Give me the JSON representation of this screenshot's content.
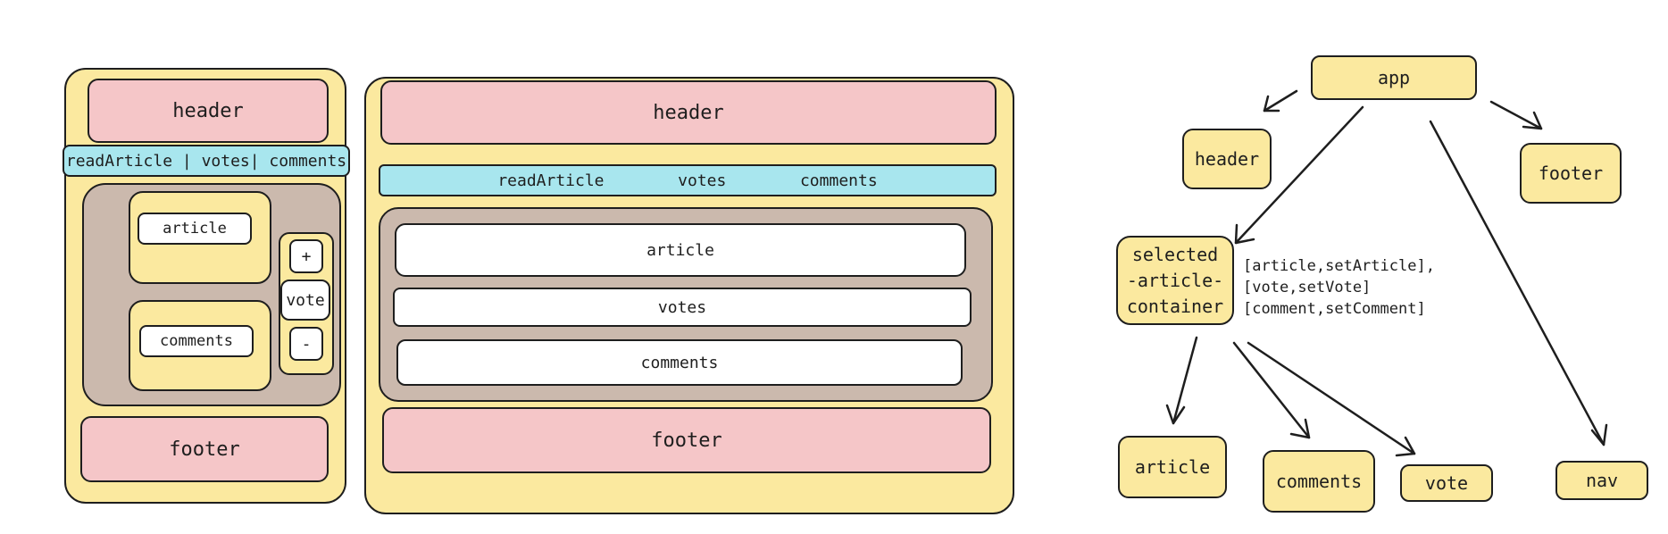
{
  "mobile": {
    "header": "header",
    "nav": [
      "readArticle | votes| comments"
    ],
    "article": "article",
    "comments": "comments",
    "plus": "+",
    "vote": "vote",
    "minus": "-",
    "footer": "footer"
  },
  "desktop": {
    "header": "header",
    "nav": [
      "readArticle",
      "votes",
      "comments"
    ],
    "article": "article",
    "votes": "votes",
    "comments": "comments",
    "footer": "footer"
  },
  "tree": {
    "app": "app",
    "header": "header",
    "footer": "footer",
    "container": [
      "selected",
      "-article-",
      "container"
    ],
    "state": [
      "[article,setArticle],",
      "[vote,setVote]",
      "[comment,setComment]"
    ],
    "article": "article",
    "comments": "comments",
    "vote": "vote",
    "nav": "nav"
  },
  "colors": {
    "yellow": "#fbe99f",
    "pink": "#f5c6c8",
    "cyan": "#a8e6ee",
    "taupe": "#cbb9ad",
    "stroke": "#1e1e1e"
  }
}
